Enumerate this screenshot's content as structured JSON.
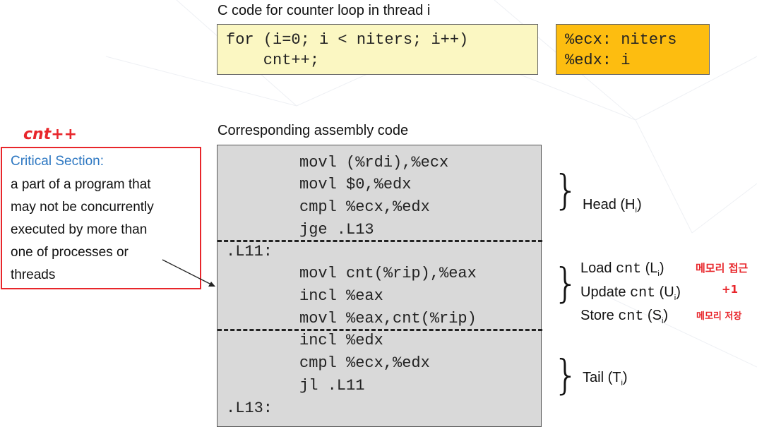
{
  "c_code": {
    "heading": "C code for counter loop in thread i",
    "lines": [
      "for (i=0; i < niters; i++)",
      "    cnt++;"
    ]
  },
  "registers": {
    "lines": [
      "%ecx: niters",
      "%edx: i"
    ]
  },
  "assembly": {
    "heading": "Corresponding assembly code",
    "lines": [
      "movl (%rdi),%ecx",
      "movl $0,%edx",
      "cmpl %ecx,%edx",
      "jge .L13",
      ".L11:",
      "movl cnt(%rip),%eax",
      "incl %eax",
      "movl %eax,cnt(%rip)",
      "incl %edx",
      "cmpl %ecx,%edx",
      "jl .L11",
      ".L13:"
    ]
  },
  "critical_section": {
    "handwritten_note": "cnt++",
    "title": "Critical Section:",
    "lines": [
      "a part of a program that",
      "may not be concurrently",
      "executed by more than",
      "one of processes or",
      "threads"
    ]
  },
  "sections": {
    "head": {
      "label": "Head (H",
      "sub": "i",
      "close": ")"
    },
    "load": {
      "prefix": "Load ",
      "code": "cnt",
      "mid": " (L",
      "sub": "i",
      "close": ")",
      "note": "메모리 접근"
    },
    "update": {
      "prefix": "Update ",
      "code": "cnt",
      "mid": " (U",
      "sub": "i",
      "close": ")",
      "note": "+1"
    },
    "store": {
      "prefix": "Store ",
      "code": "cnt",
      "mid": " (S",
      "sub": "i",
      "close": ")",
      "note": "메모리 저장"
    },
    "tail": {
      "label": "Tail (T",
      "sub": "i",
      "close": ")"
    }
  },
  "colors": {
    "c_code_bg": "#fbf7c2",
    "register_bg": "#fdbd10",
    "asm_bg": "#d9d9d9",
    "critical_border": "#e8262b",
    "critical_title": "#2e78c2",
    "handwriting": "#e8262b"
  }
}
